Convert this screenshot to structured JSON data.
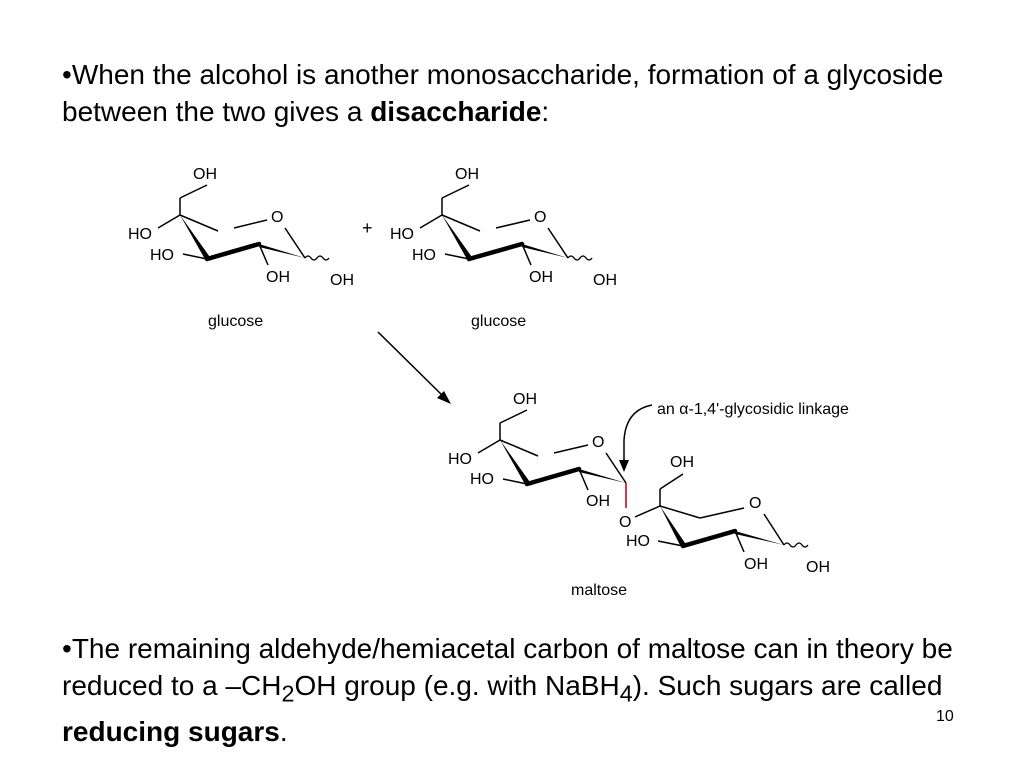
{
  "bullet_1": {
    "bullet": "•",
    "text_1": "When the alcohol is another monosaccharide, formation of a glycoside between the two gives a ",
    "bold": "disaccharide",
    "text_2": ":"
  },
  "bullet_2": {
    "bullet": "•",
    "text_1": "The remaining aldehyde/hemiacetal carbon of maltose can in theory be reduced to a –CH",
    "sub_1": "2",
    "text_2": "OH group (e.g. with NaBH",
    "sub_2": "4",
    "text_3": "). Such sugars are called ",
    "bold": "reducing sugars",
    "text_4": "."
  },
  "diagram": {
    "plus": "+",
    "glucose_1": {
      "caption": "glucose",
      "oh_top": "OH",
      "ring_o": "O",
      "ho_1": "HO",
      "ho_2": "HO",
      "oh_c2": "OH",
      "oh_c1": "OH"
    },
    "glucose_2": {
      "caption": "glucose",
      "oh_top": "OH",
      "ring_o": "O",
      "ho_1": "HO",
      "ho_2": "HO",
      "oh_c2": "OH",
      "oh_c1": "OH"
    },
    "maltose": {
      "caption": "maltose",
      "oh_top_1": "OH",
      "ring_o_1": "O",
      "ho_1": "HO",
      "ho_2": "HO",
      "oh_c2_1": "OH",
      "bridge_o": "O",
      "oh_top_2": "OH",
      "ring_o_2": "O",
      "ho_3": "HO",
      "oh_c2_2": "OH",
      "oh_c1_2": "OH"
    },
    "linkage_label": "an α-1,4'-glycosidic linkage"
  },
  "page_number": "10",
  "colors": {
    "linkage_bond": "#d02040",
    "text": "#000000",
    "background": "#ffffff"
  }
}
